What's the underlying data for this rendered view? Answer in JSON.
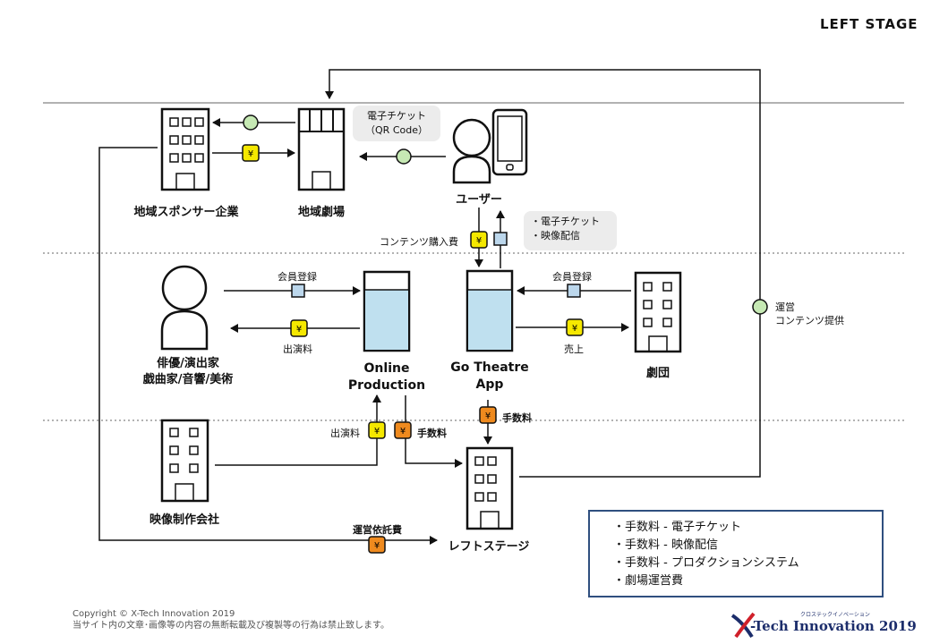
{
  "header": {
    "stage_label": "LEFT STAGE"
  },
  "nodes": {
    "sponsor": "地域スポンサー企業",
    "theater": "地域劇場",
    "user": "ユーザー",
    "performer_line1": "俳優/演出家",
    "performer_line2": "戯曲家/音響/美術",
    "online_line1": "Online",
    "online_line2": "Production",
    "app_line1": "Go Theatre",
    "app_line2": "App",
    "troupe": "劇団",
    "video": "映像制作会社",
    "leftstage": "レフトステージ"
  },
  "edges": {
    "content_purchase": "コンテンツ購入費",
    "member_reg_left": "会員登録",
    "member_reg_right": "会員登録",
    "appearance_fee_top": "出演料",
    "sales": "売上",
    "appearance_fee_bottom": "出演料",
    "commission_left": "手数料",
    "commission_top": "手数料",
    "operation_contract": "運営依託費",
    "operation_line1": "運営",
    "operation_line2": "コンテンツ提供"
  },
  "bubbles": {
    "eticket_line1": "電子チケット",
    "eticket_line2": "（QR Code）",
    "app_item1": "・電子チケット",
    "app_item2": "・映像配信"
  },
  "legend": {
    "items": [
      "・手数料 - 電子チケット",
      "・手数料 - 映像配信",
      "・手数料 - プロダクションシステム",
      "・劇場運営費"
    ]
  },
  "footer": {
    "copyright": "Copyright ©  X-Tech Innovation 2019",
    "notice": "当サイト内の文章･画像等の内容の無断転載及び複製等の行為は禁止致します。",
    "logo_text": "-Tech Innovation 2019",
    "logo_kana": "クロステックイノベーション"
  },
  "colors": {
    "yen_yellow": "#f5e800",
    "yen_orange": "#ef8a1e",
    "ticket_blue": "#bcd7ec",
    "point_green": "#c6e9b4",
    "tank_fill": "#bfe0ef",
    "legend_border": "#2f4f7f"
  }
}
